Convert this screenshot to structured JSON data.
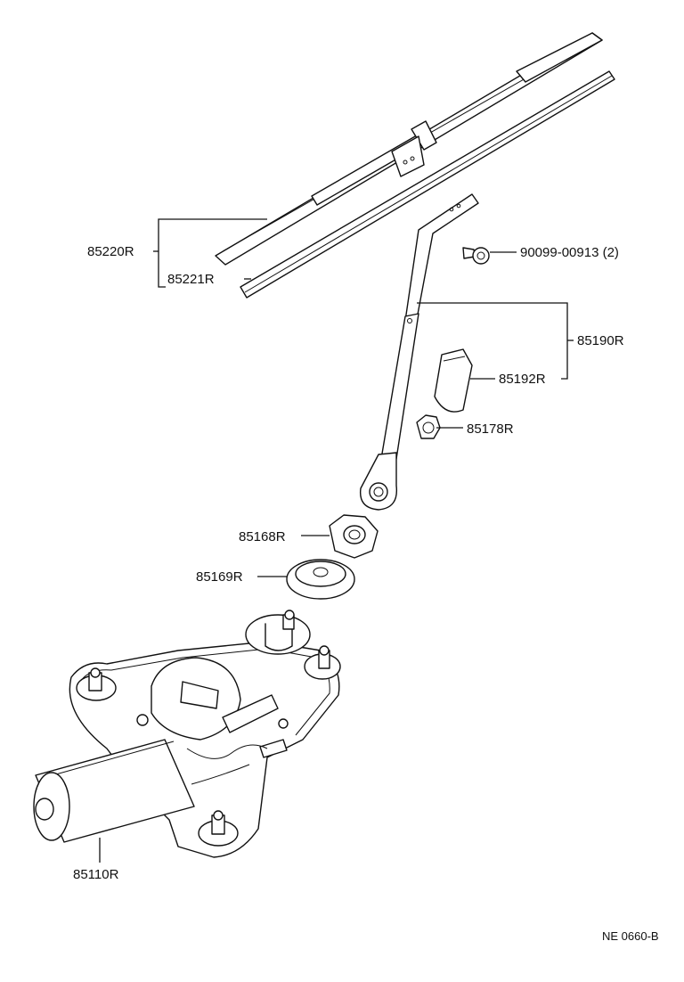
{
  "diagram": {
    "code": "NE 0660-B",
    "parts": [
      {
        "id": "wiper-blade",
        "number": "85220R"
      },
      {
        "id": "blade-rubber",
        "number": "85221R"
      },
      {
        "id": "screw",
        "number": "90099-00913 (2)"
      },
      {
        "id": "wiper-arm",
        "number": "85190R"
      },
      {
        "id": "arm-cover",
        "number": "85192R"
      },
      {
        "id": "arm-nut",
        "number": "85178R"
      },
      {
        "id": "pivot-nut",
        "number": "85168R"
      },
      {
        "id": "pivot-cushion",
        "number": "85169R"
      },
      {
        "id": "wiper-motor",
        "number": "85110R"
      }
    ]
  }
}
